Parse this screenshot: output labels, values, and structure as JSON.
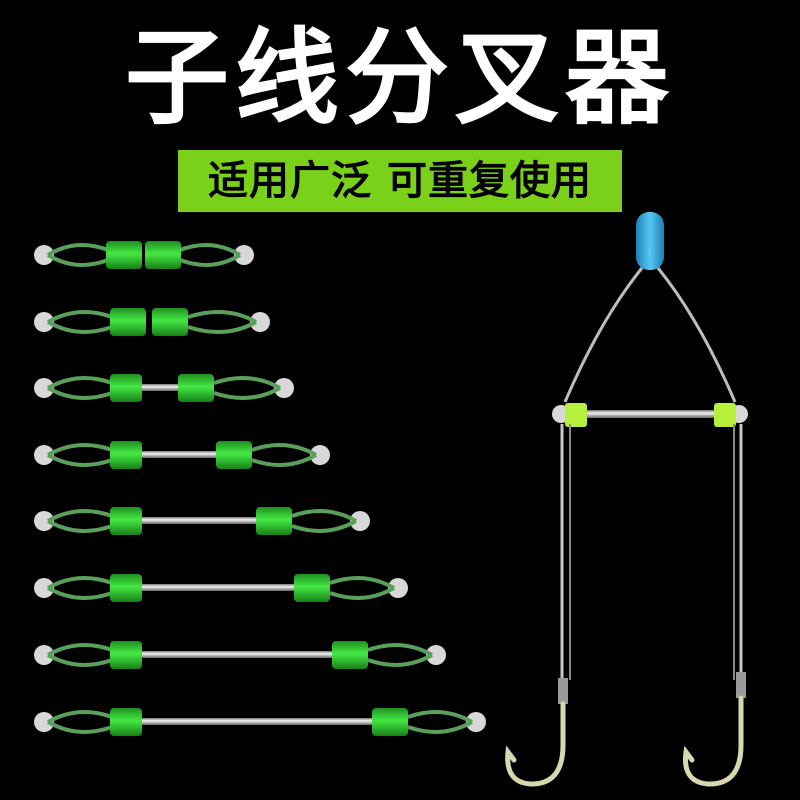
{
  "title": "子线分叉器",
  "banner": {
    "text": "适用广泛 可重复使用"
  },
  "colors": {
    "background": "#000000",
    "banner": "#7bd11a",
    "bead": "#33dd33",
    "title": "#ffffff",
    "top_cap": "#2aa9e0"
  },
  "products": {
    "separators": [
      {
        "variant": 1
      },
      {
        "variant": 2
      },
      {
        "variant": 3
      },
      {
        "variant": 4
      },
      {
        "variant": 5
      },
      {
        "variant": 6
      },
      {
        "variant": 7
      },
      {
        "variant": 8
      }
    ],
    "assembled_rig": {
      "hooks": 2
    }
  }
}
